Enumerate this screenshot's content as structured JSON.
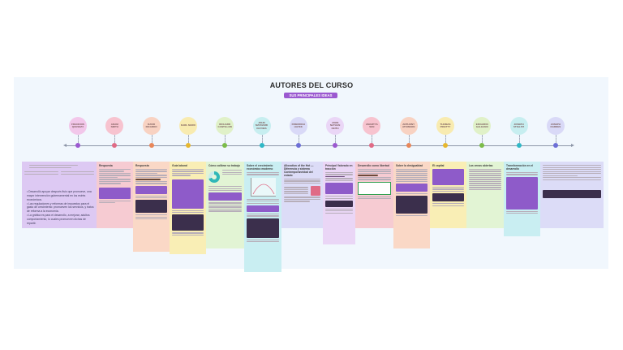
{
  "header": {
    "title": "AUTORES DEL CURSO",
    "subtitle": "SUS PRINCIPALES IDEAS"
  },
  "authors": [
    {
      "name": "FRANCOIS QUESNAY",
      "bg": "#f2c7ea",
      "dot": "#9b59d0"
    },
    {
      "name": "ADAM SMITH",
      "bg": "#f7c3cf",
      "dot": "#e06b86"
    },
    {
      "name": "DAVID RICARDO",
      "bg": "#f8d2c2",
      "dot": "#e8875a"
    },
    {
      "name": "KARL MARX",
      "bg": "#f8ebb0",
      "dot": "#e6b72f"
    },
    {
      "name": "RICHARD CANTILLON",
      "bg": "#e0f1c8",
      "dot": "#7cbc4a"
    },
    {
      "name": "JOHN MAYNARD KEYNES",
      "bg": "#c7eef0",
      "dot": "#30b8c6"
    },
    {
      "name": "FRIEDRICH HAYEK",
      "bg": "#d9d9f7",
      "dot": "#6d6fd6"
    },
    {
      "name": "JOHN NATHAN KEITH",
      "bg": "#ead6f6",
      "dot": "#9b59d0"
    },
    {
      "name": "AMARTYA SEN",
      "bg": "#f7c3cf",
      "dot": "#e06b86"
    },
    {
      "name": "ANTHONY ATKINSON",
      "bg": "#f8d2c2",
      "dot": "#e8875a"
    },
    {
      "name": "THOMAS PIKETTY",
      "bg": "#f8ebb0",
      "dot": "#e6b72f"
    },
    {
      "name": "EDUARDO GALEANO",
      "bg": "#e0f1c8",
      "dot": "#7cbc4a"
    },
    {
      "name": "JOSEPH STIGLITZ",
      "bg": "#c7eef0",
      "dot": "#30b8c6"
    },
    {
      "name": "JOSEPH DARDES",
      "bg": "#d9d9f7",
      "dot": "#6d6fd6"
    }
  ],
  "cards": [
    {
      "title": "",
      "bullets": [
        "Desarrolló apoyar después fisio que promueve, una mayor intervención gubernamental en los estrés económicos.",
        "Las regulaciones y reformas de impuestos para el gasto de crecimiento: promueven los servicios, y tratos de reforma a la economía.",
        "La gráfica es para el desarrollo, a mejorar, adultos comportamiento, lo cuales promueven dichas de repartir."
      ]
    },
    {
      "title": "Respuesta"
    },
    {
      "title": "Respuesta"
    },
    {
      "title": "Guía laboral"
    },
    {
      "title": "Cómo calibrar su trabajo"
    },
    {
      "title": "Sobre el crecimiento económico moderno"
    },
    {
      "title": "Allocation of the Hot — Diferencia y sistema Contemporaneidad del estado"
    },
    {
      "title": "Principal Valorado en tracción"
    },
    {
      "title": "Desarrollo como libertad"
    },
    {
      "title": "Sobre la desigualdad"
    },
    {
      "title": "El capital"
    },
    {
      "title": "Las venas abiertas"
    },
    {
      "title": "Transformación en el desarrollo"
    },
    {
      "title": ""
    }
  ]
}
